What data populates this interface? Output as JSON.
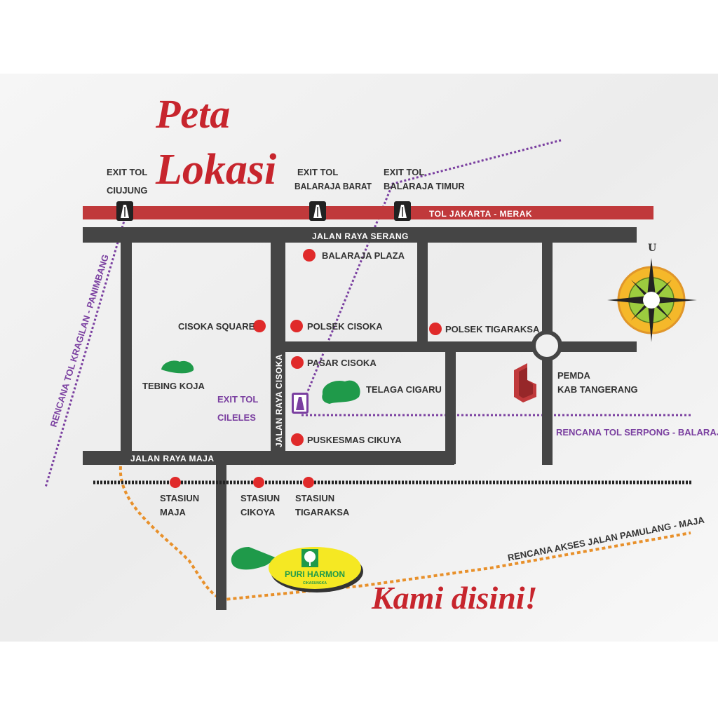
{
  "title": {
    "line1": "Peta",
    "line2": "Lokasi"
  },
  "toll_road": {
    "label": "TOL JAKARTA - MERAK",
    "color": "#c0393b"
  },
  "exits": [
    {
      "line1": "EXIT TOL",
      "line2": "CIUJUNG"
    },
    {
      "line1": "EXIT TOL",
      "line2": "BALARAJA BARAT"
    },
    {
      "line1": "EXIT TOL",
      "line2": "BALARAJA TIMUR"
    },
    {
      "line1": "EXIT TOL",
      "line2": "CILELES"
    }
  ],
  "roads": {
    "serang": "JALAN RAYA SERANG",
    "maja": "JALAN RAYA MAJA",
    "cisoka": "JALAN RAYA CISOKA"
  },
  "places": [
    "BALARAJA PLAZA",
    "CISOKA SQUARE",
    "POLSEK CISOKA",
    "POLSEK TIGARAKSA",
    "PASAR CISOKA",
    "TEBING KOJA",
    "TELAGA CIGARU",
    "PUSKESMAS CIKUYA"
  ],
  "pemda": {
    "line1": "PEMDA",
    "line2": "KAB TANGERANG"
  },
  "stations": [
    {
      "line1": "STASIUN",
      "line2": "MAJA"
    },
    {
      "line1": "STASIUN",
      "line2": "CIKOYA"
    },
    {
      "line1": "STASIUN",
      "line2": "TIGARAKSA"
    }
  ],
  "planned": {
    "kragilan": "RENCANA TOL KRAGILAN - PANIMBANG",
    "serpong": "RENCANA TOL SERPONG - BALARAJA",
    "pamulang": "RENCANA AKSES JALAN PAMULANG - MAJA"
  },
  "compass": {
    "north": "U"
  },
  "logo": {
    "name": "PURI HARMON",
    "sub": "CIKASUNGKA"
  },
  "tagline": "Kami disini!",
  "colors": {
    "road": "#454545",
    "marker": "#e02a2a",
    "planned_toll": "#7a3fa0",
    "planned_access": "#e8902a",
    "green": "#1f9a4a"
  }
}
